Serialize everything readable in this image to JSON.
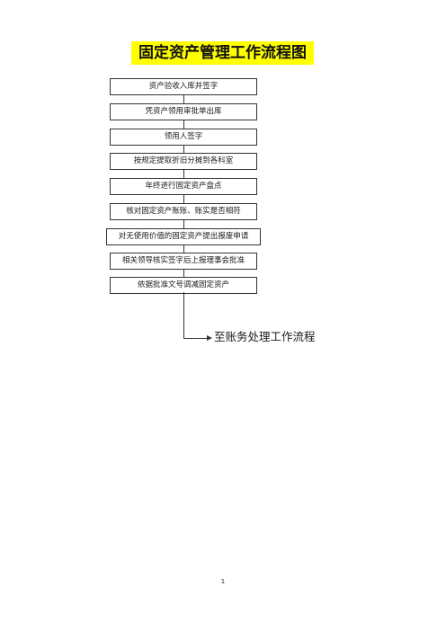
{
  "title": "固定资产管理工作流程图",
  "steps": [
    "资产验收入库并签字",
    "凭资产领用审批单出库",
    "领用人签字",
    "按规定提取折旧分摊到各科室",
    "年终进行固定资产盘点",
    "核对固定资产账账、账实是否相符",
    "对无使用价值的固定资产提出报废申请",
    "相关领导核实签字后上报理事会批准",
    "依据批准文号调减固定资产"
  ],
  "final_target": "至账务处理工作流程",
  "page_number": "1"
}
